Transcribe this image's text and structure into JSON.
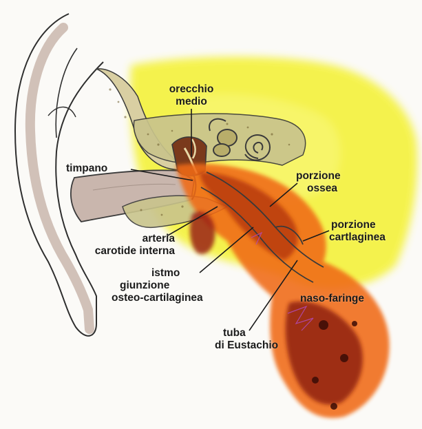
{
  "labels": {
    "orecchio_medio": [
      "orecchio",
      "medio"
    ],
    "timpano": [
      "timpano"
    ],
    "porzione_ossea": [
      "porzione",
      "ossea"
    ],
    "porzione_cartilaginea": [
      "porzione",
      "cartlaginea"
    ],
    "arteria_carotide": [
      "arteria",
      "carotide interna"
    ],
    "istmo": [
      "istmo",
      "giunzione",
      "osteo-cartilaginea"
    ],
    "naso_faringe": [
      "naso-faringe"
    ],
    "tuba": [
      "tuba",
      "di Eustachio"
    ]
  },
  "colors": {
    "yellow": "#f4f23a",
    "orange": "#f06a12",
    "dark_red": "#8a1a10",
    "skin": "#c9b6ad",
    "bone": "#d9cfa2",
    "outline": "#3a3a3a"
  }
}
